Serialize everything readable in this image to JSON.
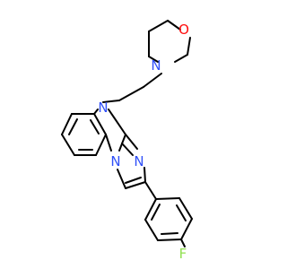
{
  "molecule": {
    "atoms": {
      "o_morpholine": {
        "symbol": "O",
        "color": "#ff0d0d"
      },
      "n_morpholine": {
        "symbol": "N",
        "color": "#3050f8"
      },
      "n9": {
        "symbol": "N",
        "color": "#3050f8"
      },
      "n3": {
        "symbol": "N",
        "color": "#3050f8"
      },
      "n1": {
        "symbol": "N",
        "color": "#3050f8"
      },
      "f": {
        "symbol": "F",
        "color": "#90e050"
      }
    },
    "bond_color": "#000000",
    "background": "#ffffff"
  }
}
